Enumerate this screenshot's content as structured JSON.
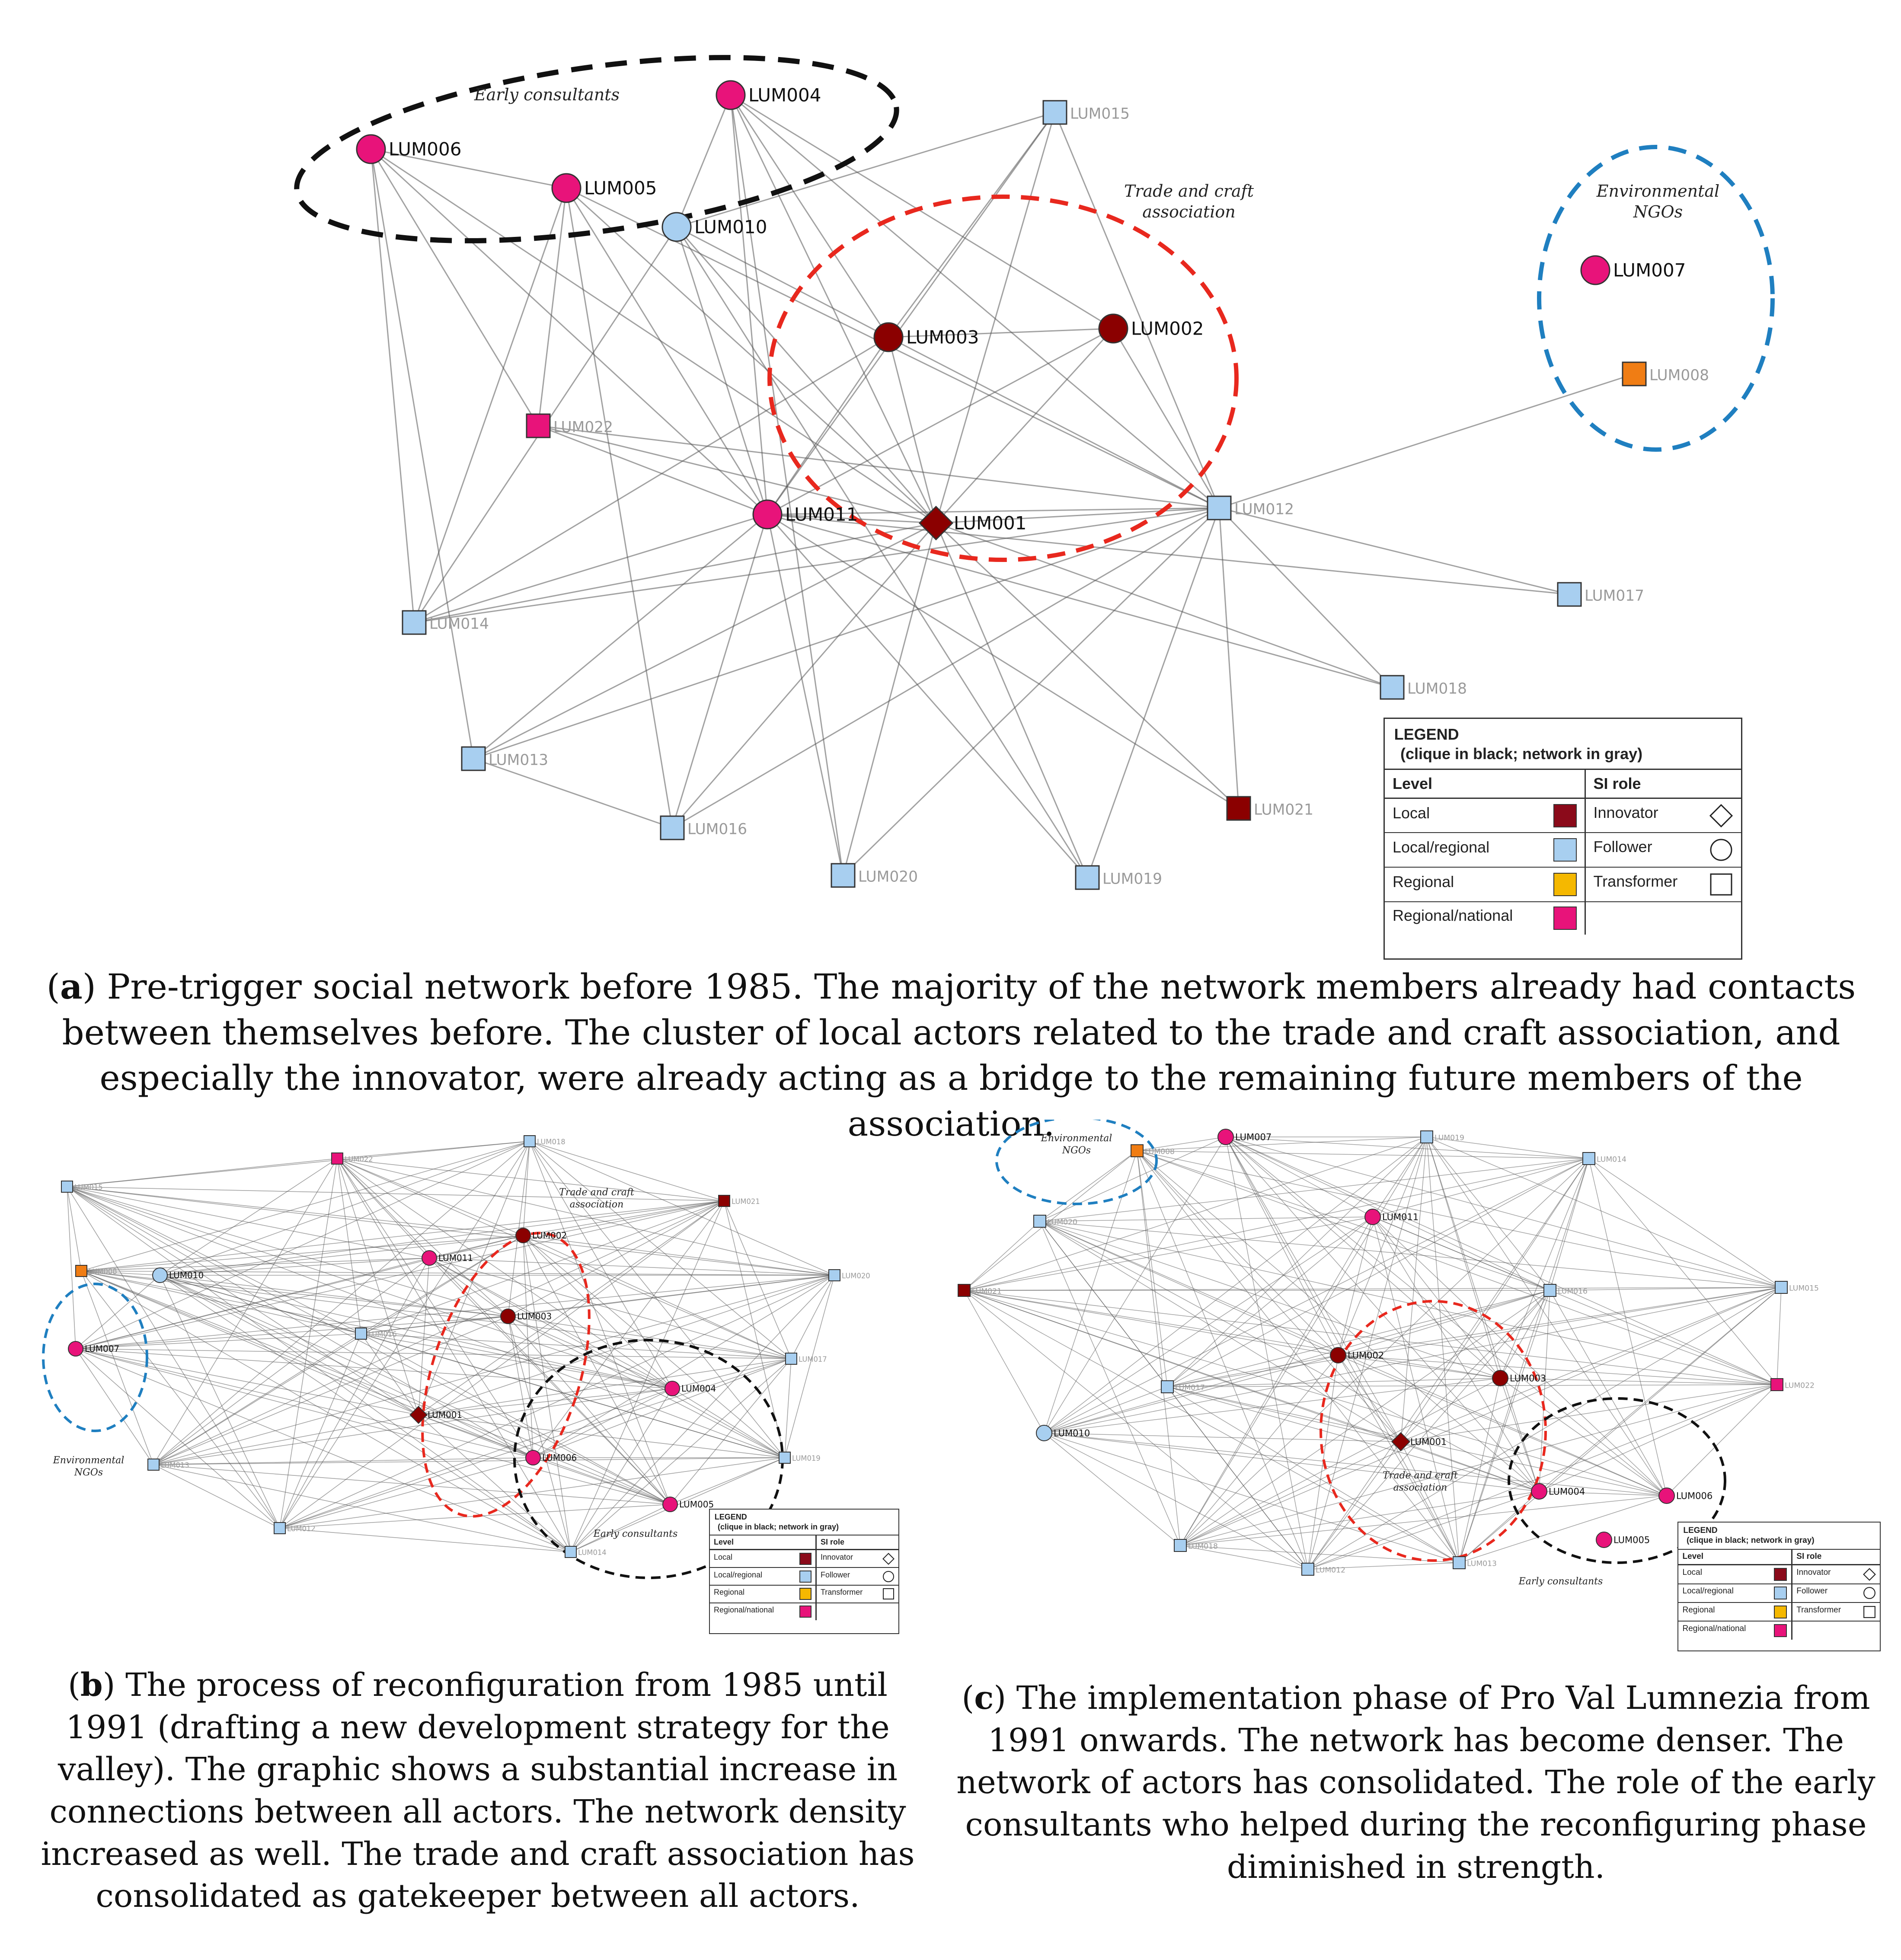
{
  "colors": {
    "local": "#8b0000",
    "local_regional": "#a8cff0",
    "regional": "#f5a000",
    "regional_national": "#e8137a",
    "orange_node": "#f07d14",
    "black_ellipse": "#111111",
    "red_ellipse": "#e8281e",
    "blue_ellipse": "#1f7fc0"
  },
  "legend": {
    "title": "LEGEND",
    "subtitle": "(clique in black; network in gray)",
    "level_header": "Level",
    "role_header": "SI role",
    "levels": [
      {
        "label": "Local",
        "color": "#8b0a1a"
      },
      {
        "label": "Local/regional",
        "color": "#a8cff0"
      },
      {
        "label": "Regional",
        "color": "#f5b800"
      },
      {
        "label": "Regional/national",
        "color": "#e8137a"
      }
    ],
    "roles": [
      {
        "label": "Innovator",
        "icon": "diamond-icon"
      },
      {
        "label": "Follower",
        "icon": "circle-icon"
      },
      {
        "label": "Transformer",
        "icon": "square-icon"
      }
    ]
  },
  "panels": {
    "a": {
      "groups": {
        "early": "Early consultants",
        "trade": "Trade and craft association",
        "ngo": "Environmental NGOs"
      },
      "nodes": {
        "LUM001": "LUM001",
        "LUM002": "LUM002",
        "LUM003": "LUM003",
        "LUM004": "LUM004",
        "LUM005": "LUM005",
        "LUM006": "LUM006",
        "LUM007": "LUM007",
        "LUM008": "LUM008",
        "LUM010": "LUM010",
        "LUM011": "LUM011",
        "LUM012": "LUM012",
        "LUM013": "LUM013",
        "LUM014": "LUM014",
        "LUM015": "LUM015",
        "LUM016": "LUM016",
        "LUM017": "LUM017",
        "LUM018": "LUM018",
        "LUM019": "LUM019",
        "LUM020": "LUM020",
        "LUM021": "LUM021",
        "LUM022": "LUM022"
      }
    },
    "b": {
      "groups": {
        "early": "Early consultants",
        "trade": "Trade and craft association",
        "ngo": "Environmental NGOs"
      }
    },
    "c": {
      "groups": {
        "early": "Early consultants",
        "trade": "Trade and craft association",
        "ngo": "Environmental NGOs"
      }
    }
  },
  "captions": {
    "a_letter": "a",
    "a_text": " Pre-trigger social network before 1985. The majority of the network members already had contacts between themselves before. The cluster of local actors related to the trade and craft association, and especially the innovator, were already acting as a bridge to the remaining future members of the association.",
    "b_letter": "b",
    "b_text": " The process of reconfiguration from 1985 until 1991 (drafting a new development strategy for the valley). The graphic shows a substantial increase in connections between all actors. The network density increased as well. The trade and craft association has consolidated as gatekeeper between all actors.",
    "c_letter": "c",
    "c_text": " The implementation phase of Pro Val Lumnezia from 1991 onwards. The network has become denser. The network of actors has consolidated. The role of the early consultants who helped during the reconfiguring phase diminished in strength."
  }
}
